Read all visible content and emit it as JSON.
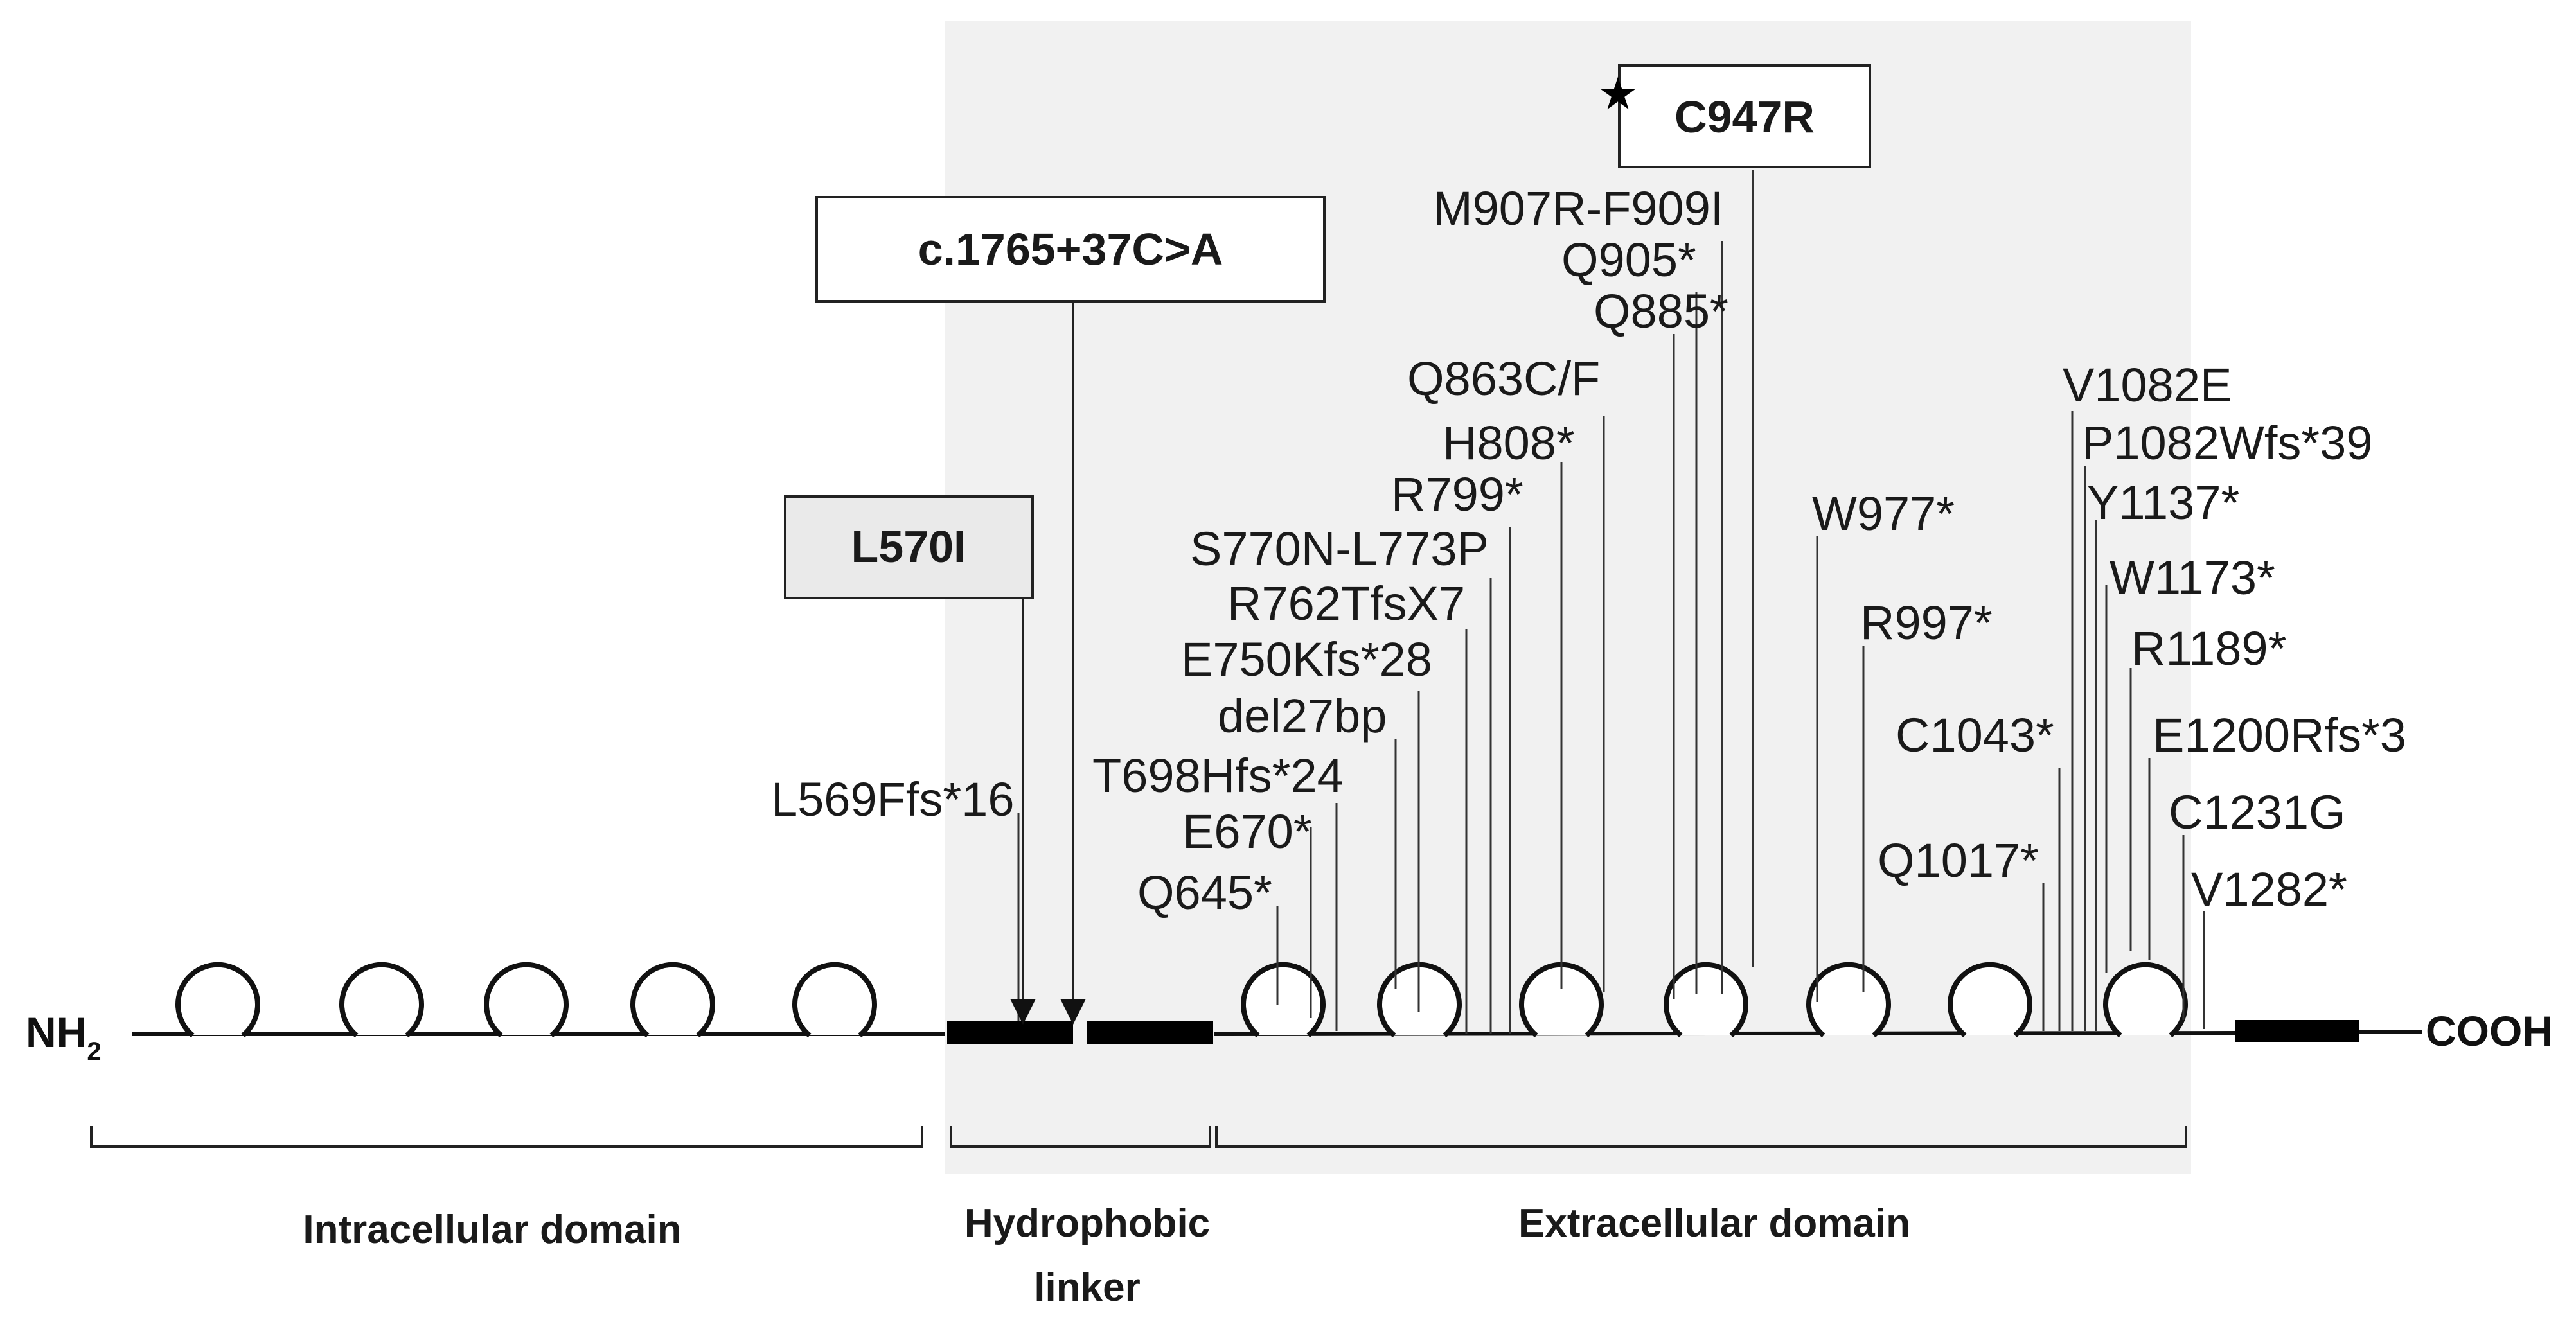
{
  "termini": {
    "n_main": "NH",
    "n_sub": "2",
    "c": "COOH"
  },
  "domains": {
    "intracellular": "Intracellular domain",
    "linker_line1": "Hydrophobic",
    "linker_line2": "linker",
    "extracellular": "Extracellular domain"
  },
  "boxed_variants": {
    "l570i": "L570I",
    "c1765": "c.1765+37C>A",
    "c947r": "C947R"
  },
  "mutations": {
    "l569": "L569Ffs*16",
    "q645": "Q645*",
    "e670": "E670*",
    "t698": "T698Hfs*24",
    "del27": "del27bp",
    "e750": "E750Kfs*28",
    "r762": "R762TfsX7",
    "s770": "S770N-L773P",
    "r799": "R799*",
    "h808": "H808*",
    "q863": "Q863C/F",
    "q885": "Q885*",
    "q905": "Q905*",
    "m907": "M907R-F909I",
    "w977": "W977*",
    "r997": "R997*",
    "c1043": "C1043*",
    "q1017": "Q1017*",
    "v1082": "V1082E",
    "p1082": "P1082Wfs*39",
    "y1137": "Y1137*",
    "w1173": "W1173*",
    "r1189": "R1189*",
    "e1200": "E1200Rfs*3",
    "c1231": "C1231G",
    "v1282": "V1282*"
  }
}
